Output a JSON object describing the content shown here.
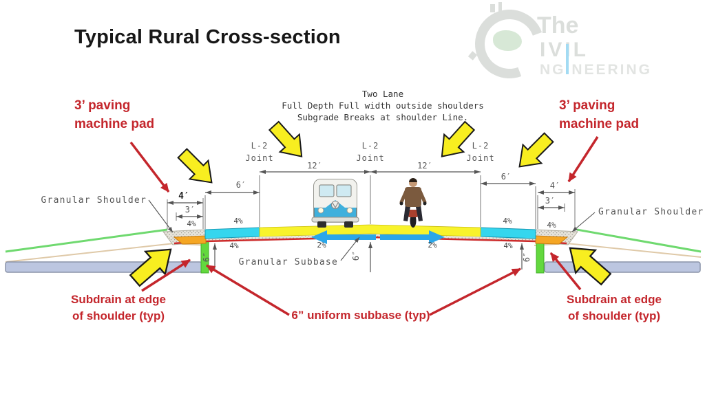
{
  "title": "Typical Rural Cross-section",
  "watermark": {
    "line1": "The",
    "line2": "IVIL",
    "line3": "NGINEERING"
  },
  "notes": {
    "line1": "Two Lane",
    "line2": "Full Depth Full width outside shoulders",
    "line3": "Subgrade Breaks at shoulder Line."
  },
  "callouts": {
    "paving_pad_left": {
      "line1": "3’ paving",
      "line2": "machine pad"
    },
    "paving_pad_right": {
      "line1": "3’ paving",
      "line2": "machine pad"
    },
    "subdrain_left": {
      "line1": "Subdrain at edge",
      "line2": "of shoulder (typ)"
    },
    "subdrain_right": {
      "line1": "Subdrain at edge",
      "line2": "of shoulder (typ)"
    },
    "uniform_subbase": "6” uniform subbase (typ)"
  },
  "cad_labels": {
    "joint_left": {
      "line1": "L-2",
      "line2": "Joint"
    },
    "joint_center": {
      "line1": "L-2",
      "line2": "Joint"
    },
    "joint_right": {
      "line1": "L-2",
      "line2": "Joint"
    },
    "granular_shoulder_left": "Granular Shoulder",
    "granular_shoulder_right": "Granular Shoulder",
    "granular_subbase": "Granular Subbase"
  },
  "dimensions": {
    "lane_left": "12′",
    "lane_right": "12′",
    "shoulder_left": "6′",
    "shoulder_right": "6′",
    "pad4_left": "4′",
    "pad4_right": "4′",
    "pad3_left": "3′",
    "pad3_right": "3′",
    "depth_left": "6″",
    "depth_center": "6″",
    "depth_right": "6″"
  },
  "slopes": {
    "cross_left": "2%",
    "cross_right": "2%",
    "shoulder_pad_left": "4%",
    "shoulder_top_left": "4%",
    "subbase_left": "4%",
    "shoulder_top_right": "4%",
    "shoulder_pad_right": "4%",
    "subbase_right": "4%"
  },
  "colors": {
    "annotation_red": "#c4262c",
    "pavement_yellow": "#f8f32b",
    "shoulder_cyan": "#35d6ee",
    "pad_orange": "#f5a623",
    "subdrain_green": "#63d83e",
    "pipe_blue_gray": "#bcc6e0",
    "arrow_yellow": "#f8ee20",
    "arrow_blue": "#2ba6e8",
    "slope_green": "#6fd96f",
    "subgrade_tan": "#dfc9a8",
    "base_red_line": "#cc2a2a"
  }
}
